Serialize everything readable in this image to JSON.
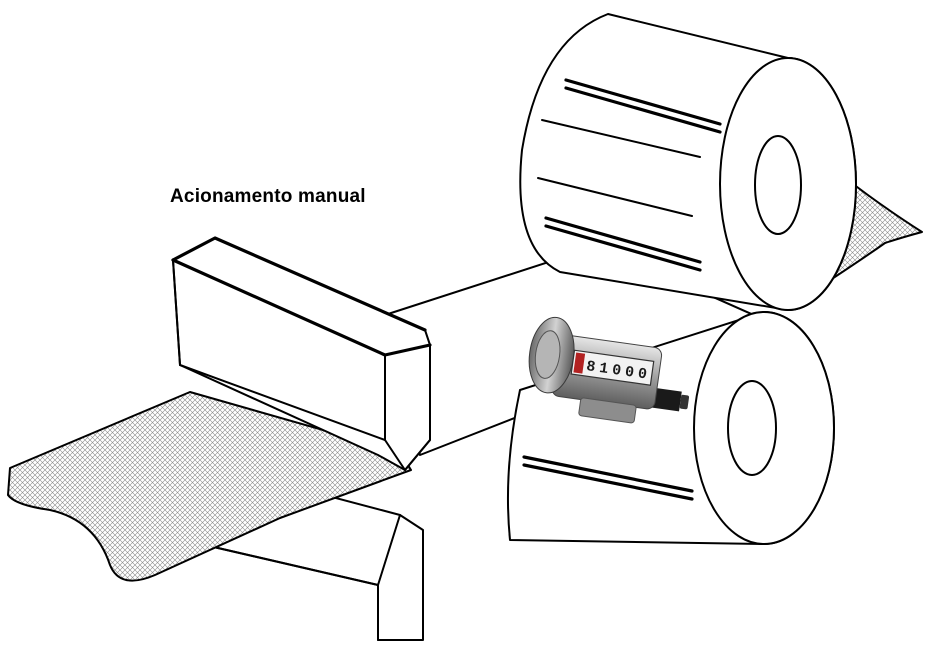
{
  "caption": "Acionamento manual",
  "counter": {
    "digits": [
      "8",
      "1",
      "0",
      "0",
      "0"
    ]
  },
  "colors": {
    "ink": "#000000",
    "paper": "#ffffff",
    "counter_body": "#a9a9a9"
  }
}
